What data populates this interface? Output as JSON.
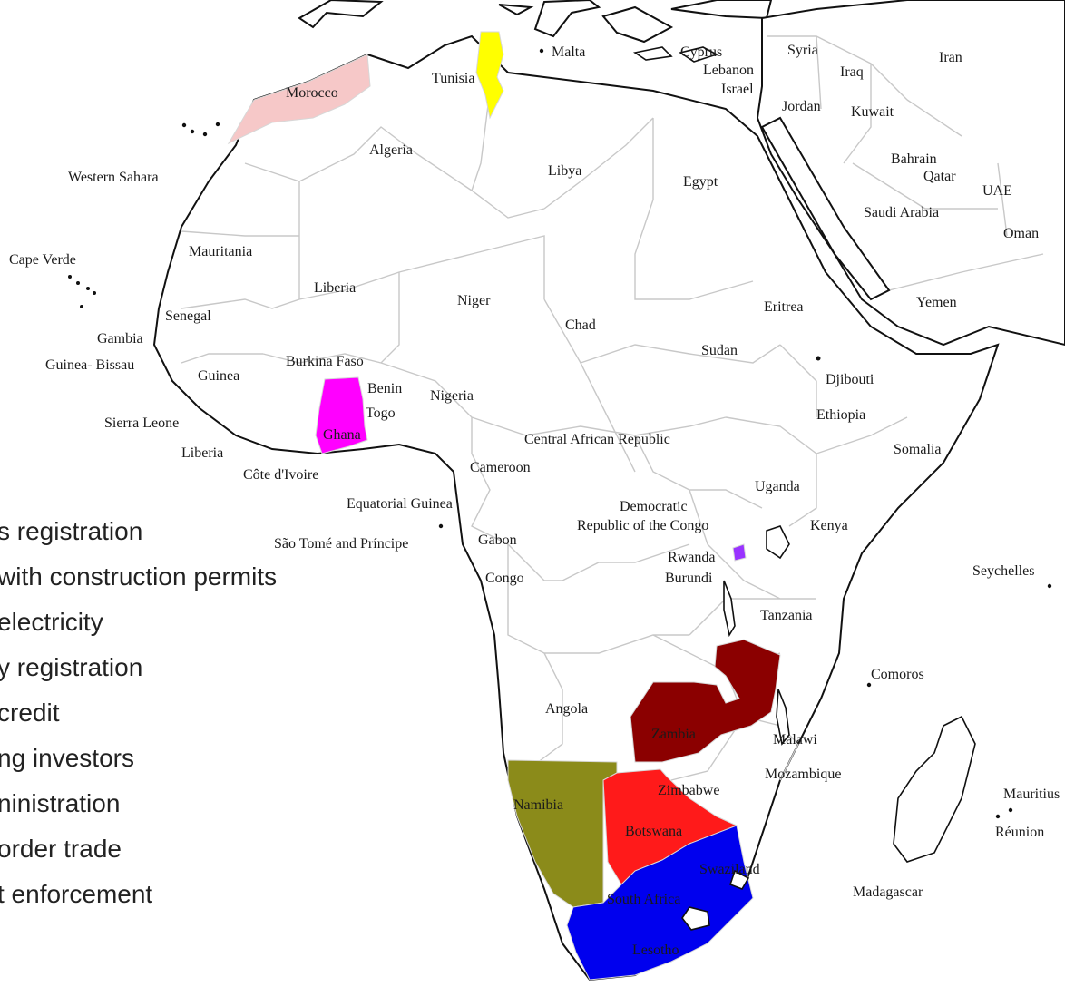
{
  "colors": {
    "morocco": "#f6c8c8",
    "tunisia": "#ffff00",
    "ghana": "#ff00ff",
    "rwanda": "#9933ff",
    "zambia": "#8b0000",
    "namibia": "#8b8b1a",
    "botswana": "#ff1a1a",
    "south_africa": "#0000ee"
  },
  "map": {
    "labels": {
      "malta": "Malta",
      "cyprus": "Cyprus",
      "syria": "Syria",
      "iran": "Iran",
      "lebanon": "Lebanon",
      "israel": "Israel",
      "iraq": "Iraq",
      "jordan": "Jordan",
      "kuwait": "Kuwait",
      "tunisia": "Tunisia",
      "morocco": "Morocco",
      "algeria": "Algeria",
      "libya": "Libya",
      "egypt": "Egypt",
      "bahrain": "Bahrain",
      "qatar": "Qatar",
      "uae": "UAE",
      "saudi_arabia": "Saudi Arabia",
      "oman": "Oman",
      "western_sahara": "Western Sahara",
      "cape_verde": "Cape Verde",
      "mauritania": "Mauritania",
      "mali": "Liberia",
      "niger": "Niger",
      "eritrea": "Eritrea",
      "yemen": "Yemen",
      "senegal": "Senegal",
      "chad": "Chad",
      "gambia": "Gambia",
      "sudan": "Sudan",
      "guinea_bissau": "Guinea- Bissau",
      "guinea": "Guinea",
      "burkina_faso": "Burkina Faso",
      "benin": "Benin",
      "djibouti": "Djibouti",
      "nigeria": "Nigeria",
      "togo": "Togo",
      "ethiopia": "Ethiopia",
      "sierra_leone": "Sierra Leone",
      "ghana": "Ghana",
      "car": "Central African Republic",
      "liberia": "Liberia",
      "somalia": "Somalia",
      "cote_divoire": "Côte d'Ivoire",
      "cameroon": "Cameroon",
      "uganda": "Uganda",
      "equatorial_guinea": "Equatorial Guinea",
      "drc_line1": "Democratic",
      "drc_line2": "Republic of the Congo",
      "kenya": "Kenya",
      "sao_tome": "São Tomé and Príncipe",
      "gabon": "Gabon",
      "rwanda": "Rwanda",
      "seychelles": "Seychelles",
      "congo": "Congo",
      "burundi": "Burundi",
      "tanzania": "Tanzania",
      "comoros": "Comoros",
      "angola": "Angola",
      "zambia": "Zambia",
      "malawi": "Malawi",
      "mozambique": "Mozambique",
      "zimbabwe": "Zimbabwe",
      "namibia": "Namibia",
      "mauritius": "Mauritius",
      "botswana": "Botswana",
      "reunion": "Réunion",
      "swaziland": "Swaziland",
      "madagascar": "Madagascar",
      "south_africa": "South Africa",
      "lesotho": "Lesotho"
    }
  },
  "indicators": [
    "s registration",
    " with construction permits",
    "electricity",
    "y registration",
    "credit",
    "ng investors",
    "ninistration",
    "order trade",
    "t enforcement"
  ]
}
